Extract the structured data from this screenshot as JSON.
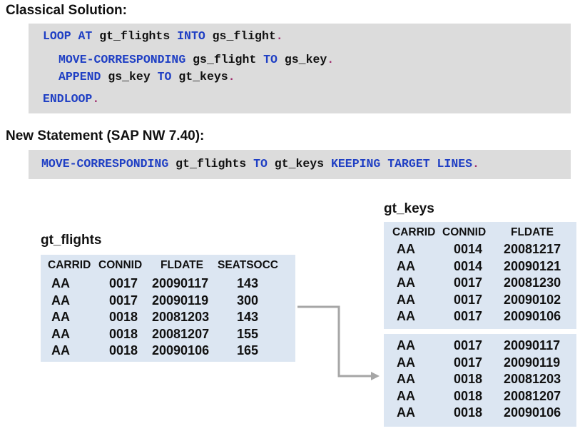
{
  "classical": {
    "title": "Classical Solution:",
    "l1": {
      "a": "LOOP AT",
      "b": " gt_flights ",
      "c": "INTO",
      "d": " gs_flight",
      "e": "."
    },
    "l2": {
      "a": "MOVE-CORRESPONDING",
      "b": " gs_flight ",
      "c": "TO",
      "d": " gs_key",
      "e": "."
    },
    "l3": {
      "a": "APPEND",
      "b": " gs_key ",
      "c": "TO",
      "d": " gt_keys",
      "e": "."
    },
    "l4": {
      "a": "ENDLOOP",
      "e": "."
    }
  },
  "newstmt": {
    "title": "New Statement (SAP NW 7.40):",
    "l1": {
      "a": "MOVE-CORRESPONDING",
      "b": " gt_flights ",
      "c": "TO",
      "d": " gt_keys ",
      "f": "KEEPING TARGET LINES",
      "e": "."
    }
  },
  "gt_flights": {
    "title": "gt_flights",
    "headers": [
      "CARRID",
      "CONNID",
      "FLDATE",
      "SEATSOCC"
    ],
    "rows": [
      [
        "AA",
        "0017",
        "20090117",
        "143"
      ],
      [
        "AA",
        "0017",
        "20090119",
        "300"
      ],
      [
        "AA",
        "0018",
        "20081203",
        "143"
      ],
      [
        "AA",
        "0018",
        "20081207",
        "155"
      ],
      [
        "AA",
        "0018",
        "20090106",
        "165"
      ]
    ]
  },
  "gt_keys": {
    "title": "gt_keys",
    "headers": [
      "CARRID",
      "CONNID",
      "FLDATE"
    ],
    "rows_existing": [
      [
        "AA",
        "0014",
        "20081217"
      ],
      [
        "AA",
        "0014",
        "20090121"
      ],
      [
        "AA",
        "0017",
        "20081230"
      ],
      [
        "AA",
        "0017",
        "20090102"
      ],
      [
        "AA",
        "0017",
        "20090106"
      ]
    ],
    "rows_new": [
      [
        "AA",
        "0017",
        "20090117"
      ],
      [
        "AA",
        "0017",
        "20090119"
      ],
      [
        "AA",
        "0018",
        "20081203"
      ],
      [
        "AA",
        "0018",
        "20081207"
      ],
      [
        "AA",
        "0018",
        "20090106"
      ]
    ]
  }
}
